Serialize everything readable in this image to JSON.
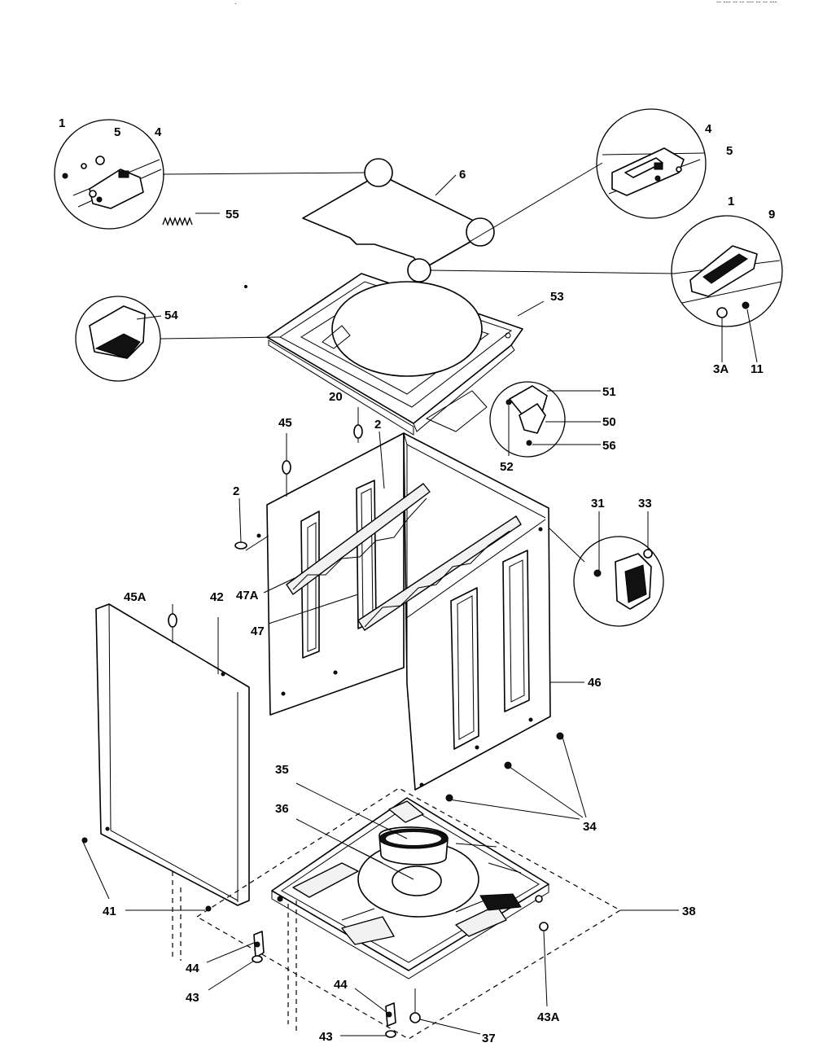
{
  "header": {
    "corner_text": "-- --- -- -- --- -- -- ---"
  },
  "callouts": {
    "c1a": "1",
    "c5a": "5",
    "c4a": "4",
    "c55": "55",
    "c6": "6",
    "c4b": "4",
    "c5b": "5",
    "c1b": "1",
    "c9": "9",
    "c3A": "3A",
    "c11": "11",
    "c53": "53",
    "c54": "54",
    "c20": "20",
    "c51": "51",
    "c50": "50",
    "c52": "52",
    "c56": "56",
    "c45": "45",
    "c2a": "2",
    "c2b": "2",
    "c31": "31",
    "c33": "33",
    "c47A": "47A",
    "c47": "47",
    "c45A": "45A",
    "c42": "42",
    "c46": "46",
    "c35": "35",
    "c36": "36",
    "c34": "34",
    "c41": "41",
    "c38": "38",
    "c44a": "44",
    "c43a": "43",
    "c44b": "44",
    "c43A": "43A",
    "c43b": "43",
    "c37": "37"
  }
}
